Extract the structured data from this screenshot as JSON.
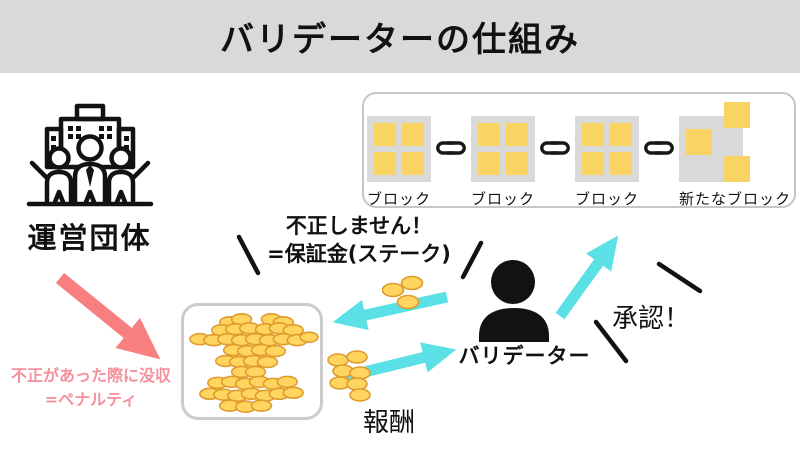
{
  "title": "バリデーターの仕組み",
  "blockchain": {
    "blocks": [
      {
        "label": "ブロック"
      },
      {
        "label": "ブロック"
      },
      {
        "label": "ブロック"
      },
      {
        "label": "新たなブロック"
      }
    ]
  },
  "organization": {
    "label": "運営団体"
  },
  "stake_note": {
    "line1": "不正しません！",
    "line2": "=保証金(ステーク)"
  },
  "validator": {
    "label": "バリデーター"
  },
  "approval": {
    "label": "承認！"
  },
  "reward": {
    "label": "報酬"
  },
  "penalty": {
    "line1": "不正があった際に没収",
    "line2": "=ペナルティ"
  },
  "colors": {
    "header_gray": "#d9d9d9",
    "block_gray": "#d9d9d9",
    "block_yellow": "#f9d465",
    "cyan": "#5be0e6",
    "red": "#f87f7f",
    "pink_text": "#f5909c",
    "coin_gold": "#ffd45f",
    "coin_edge": "#e09b2d"
  }
}
